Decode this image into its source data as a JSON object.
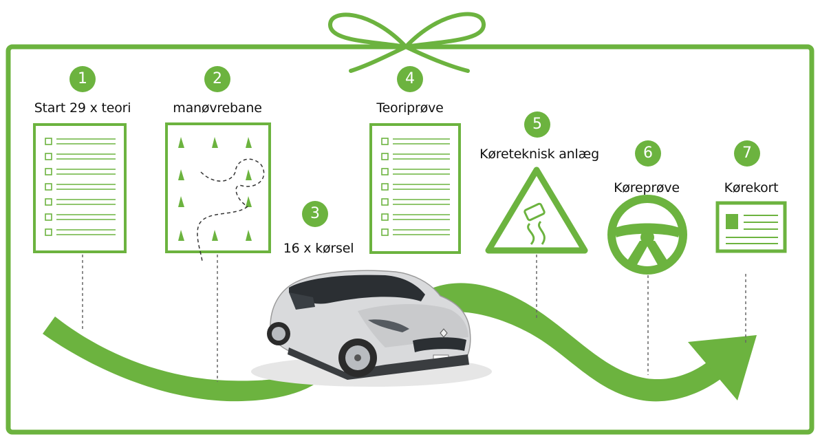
{
  "colors": {
    "green": "#6cb33f",
    "text": "#111111",
    "dash": "#666666"
  },
  "steps": [
    {
      "number": "1",
      "label": "Start 29 x teori",
      "icon": "checklist-icon"
    },
    {
      "number": "2",
      "label": "manøvrebane",
      "icon": "traffic-cones-icon"
    },
    {
      "number": "3",
      "label": "16 x kørsel",
      "icon": "car-image"
    },
    {
      "number": "4",
      "label": "Teoriprøve",
      "icon": "checklist-icon"
    },
    {
      "number": "5",
      "label": "Køreteknisk anlæg",
      "icon": "slippery-road-sign-icon"
    },
    {
      "number": "6",
      "label": "Køreprøve",
      "icon": "steering-wheel-icon"
    },
    {
      "number": "7",
      "label": "Kørekort",
      "icon": "driving-license-card-icon"
    }
  ]
}
